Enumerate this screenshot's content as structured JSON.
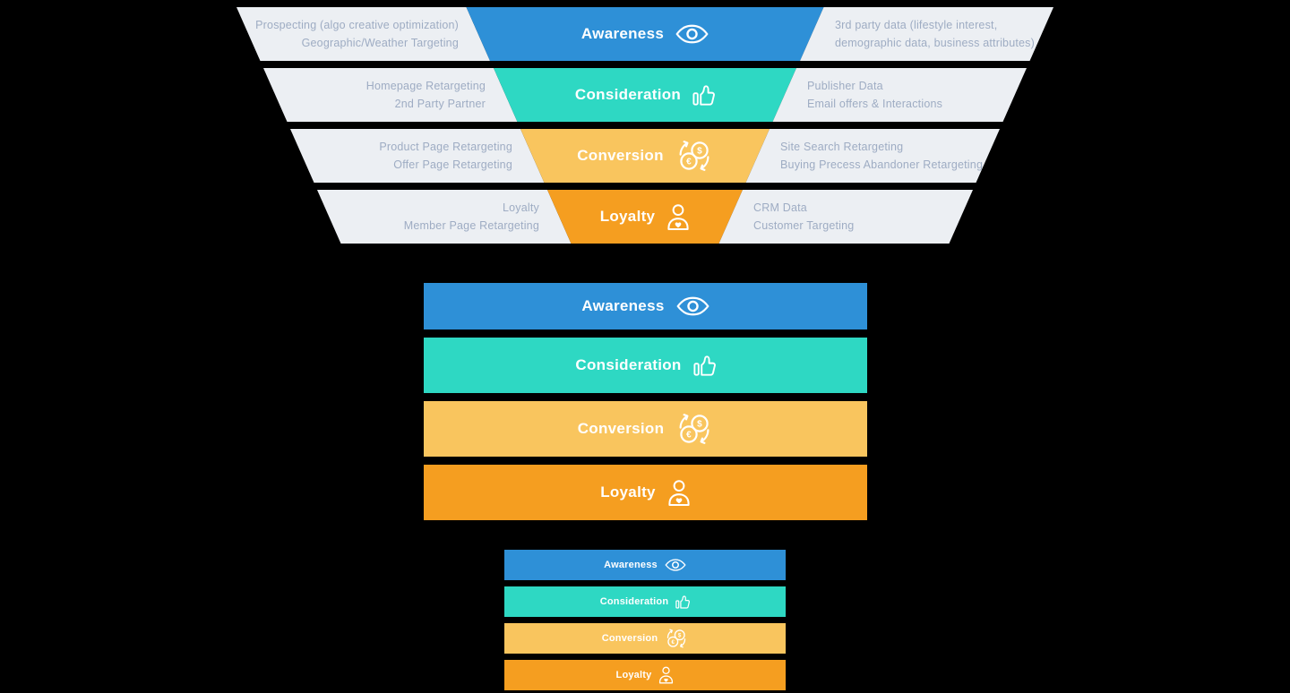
{
  "palette": {
    "panel": "#ECEFF3",
    "sideText": "#9EACC3",
    "blue": "#2E90D7",
    "teal": "#2ED8C3",
    "yellow": "#F9C55E",
    "orange": "#F59E20"
  },
  "funnel": {
    "stages": [
      {
        "id": "awareness",
        "label": "Awareness",
        "icon": "eye-icon",
        "color": "#2E90D7",
        "left_lines": [
          "Prospecting (algo creative optimization)",
          "Geographic/Weather Targeting"
        ],
        "right_lines": [
          "3rd party data (lifestyle interest,",
          "demographic data, business attributes)"
        ]
      },
      {
        "id": "consideration",
        "label": "Consideration",
        "icon": "thumbs-up-icon",
        "color": "#2ED8C3",
        "left_lines": [
          "Homepage Retargeting",
          "2nd Party Partner"
        ],
        "right_lines": [
          "Publisher Data",
          "Email offers & Interactions"
        ]
      },
      {
        "id": "conversion",
        "label": "Conversion",
        "icon": "currency-exchange-icon",
        "color": "#F9C55E",
        "left_lines": [
          "Product Page Retargeting",
          "Offer Page Retargeting"
        ],
        "right_lines": [
          "Site Search Retargeting",
          "Buying Precess Abandoner Retargeting"
        ]
      },
      {
        "id": "loyalty",
        "label": "Loyalty",
        "icon": "person-heart-icon",
        "color": "#F59E20",
        "left_lines": [
          "Loyalty",
          "Member Page Retargeting"
        ],
        "right_lines": [
          "CRM Data",
          "Customer Targeting"
        ]
      }
    ]
  },
  "icon_glyphs": {
    "dollar": "$",
    "euro": "€"
  }
}
